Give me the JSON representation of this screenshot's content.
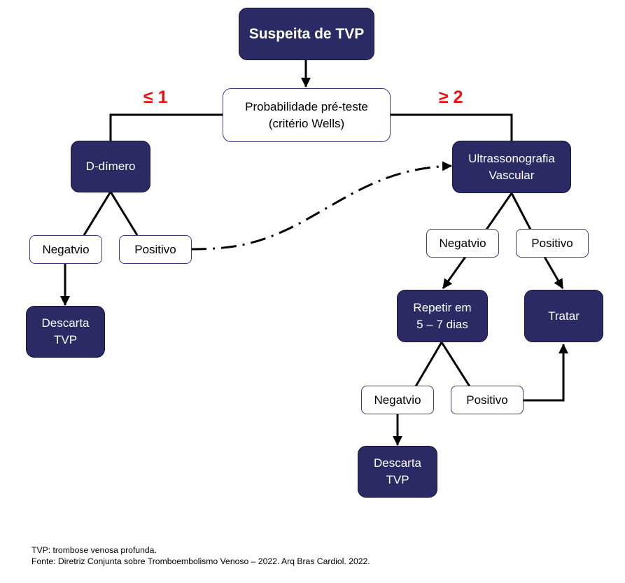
{
  "diagram": {
    "nodes": {
      "start": {
        "label": "Suspeita de TVP"
      },
      "pretest": {
        "label": "Probabilidade pré-teste\n(critério Wells)"
      },
      "ddimer": {
        "label": "D-dímero"
      },
      "usg": {
        "label": "Ultrassonografia\nVascular"
      },
      "dd_negative": {
        "label": "Negatvio"
      },
      "dd_positive": {
        "label": "Positivo"
      },
      "dd_discard": {
        "label": "Descarta\nTVP"
      },
      "usg_negative": {
        "label": "Negatvio"
      },
      "usg_positive": {
        "label": "Positivo"
      },
      "repeat": {
        "label": "Repetir em\n5 – 7 dias"
      },
      "treat": {
        "label": "Tratar"
      },
      "rep_negative": {
        "label": "Negatvio"
      },
      "rep_positive": {
        "label": "Positivo"
      },
      "rep_discard": {
        "label": "Descarta\nTVP"
      }
    },
    "conditions": {
      "low": "≤ 1",
      "high": "≥ 2"
    },
    "colors": {
      "dark_node": "#2b2a64",
      "light_border": "#3d3a84",
      "condition": "#ee1111",
      "line": "#000000"
    }
  },
  "footnotes": {
    "abbreviation": "TVP: trombose venosa profunda.",
    "source": "Fonte: Diretriz Conjunta sobre Tromboembolismo Venoso – 2022. Arq Bras Cardiol. 2022."
  }
}
